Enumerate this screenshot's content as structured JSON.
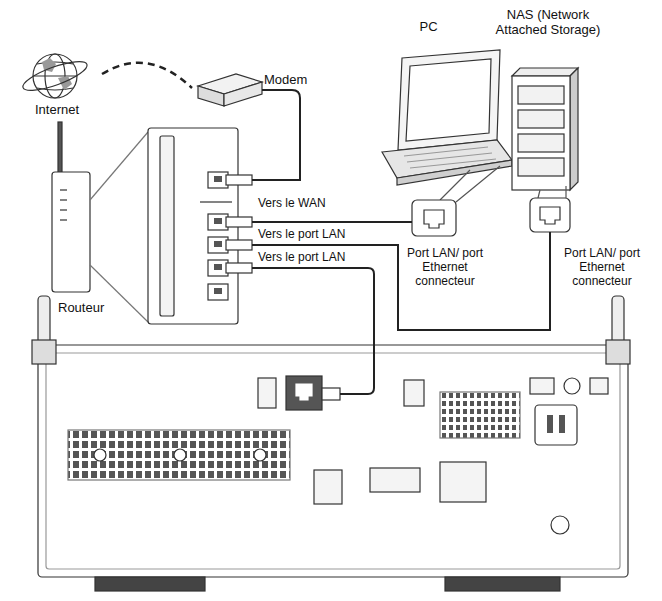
{
  "diagram": {
    "nodes": [
      {
        "text": [
          "Internet"
        ]
      },
      {
        "text": [
          "Modem"
        ]
      },
      {
        "text": [
          "Routeur"
        ]
      },
      {
        "text": [
          "PC"
        ]
      },
      {
        "text": [
          "NAS (Network Attached Storage)"
        ]
      }
    ],
    "edges": [
      {
        "from": 0,
        "to": 1,
        "arrow": "none"
      },
      {
        "from": 1,
        "to": 2,
        "arrow": "none"
      },
      {
        "from": 2,
        "to": 3,
        "arrow": "none"
      },
      {
        "from": 2,
        "to": 4,
        "arrow": "none"
      }
    ],
    "labels": [
      "Vers le WAN",
      "Vers le port LAN",
      "Vers le port LAN",
      "Port LAN/ port Ethernet connecteur",
      "Port LAN/ port Ethernet connecteur"
    ]
  }
}
